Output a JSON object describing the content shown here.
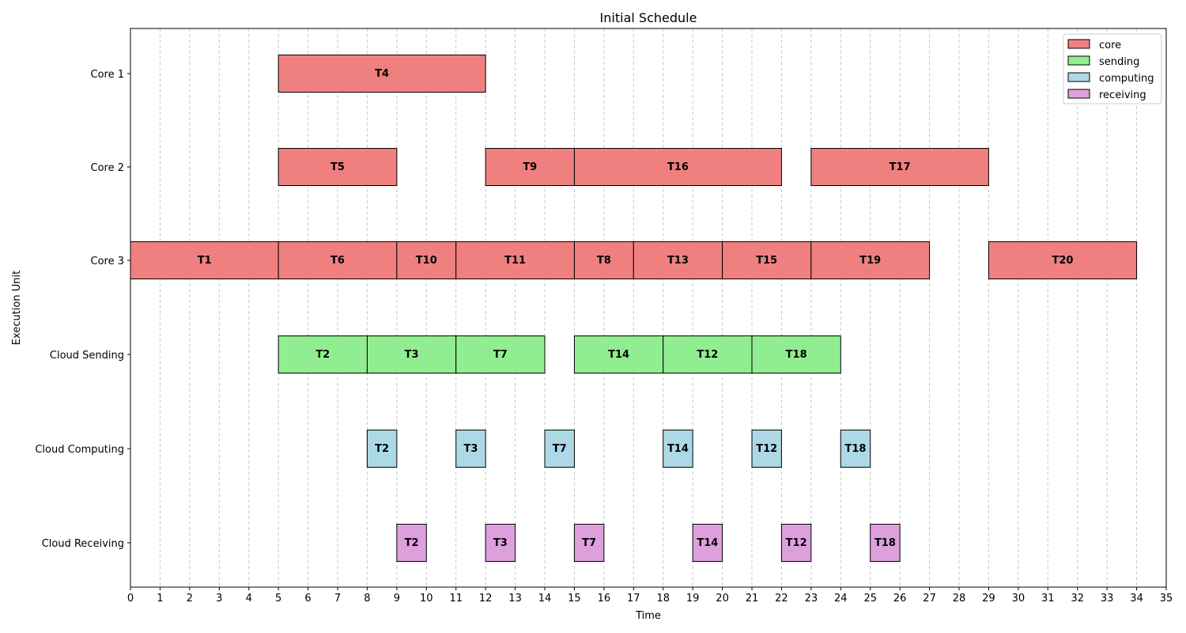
{
  "chart_data": {
    "type": "gantt",
    "title": "Initial Schedule",
    "xlabel": "Time",
    "ylabel": "Execution Unit",
    "xlim": [
      0,
      35
    ],
    "x_ticks": [
      0,
      1,
      2,
      3,
      4,
      5,
      6,
      7,
      8,
      9,
      10,
      11,
      12,
      13,
      14,
      15,
      16,
      17,
      18,
      19,
      20,
      21,
      22,
      23,
      24,
      25,
      26,
      27,
      28,
      29,
      30,
      31,
      32,
      33,
      34,
      35
    ],
    "grid": "vertical dashed",
    "legend_placement": "top-right",
    "legend": [
      {
        "name": "core",
        "color": "#f08080"
      },
      {
        "name": "sending",
        "color": "#90ee90"
      },
      {
        "name": "computing",
        "color": "#add8e6"
      },
      {
        "name": "receiving",
        "color": "#dda0dd"
      }
    ],
    "rows": [
      {
        "label": "Core 1",
        "category": "core",
        "tasks": [
          {
            "name": "T4",
            "start": 5,
            "end": 12
          }
        ]
      },
      {
        "label": "Core 2",
        "category": "core",
        "tasks": [
          {
            "name": "T5",
            "start": 5,
            "end": 9
          },
          {
            "name": "T9",
            "start": 12,
            "end": 15
          },
          {
            "name": "T16",
            "start": 15,
            "end": 22
          },
          {
            "name": "T17",
            "start": 23,
            "end": 29
          }
        ]
      },
      {
        "label": "Core 3",
        "category": "core",
        "tasks": [
          {
            "name": "T1",
            "start": 0,
            "end": 5
          },
          {
            "name": "T6",
            "start": 5,
            "end": 9
          },
          {
            "name": "T10",
            "start": 9,
            "end": 11
          },
          {
            "name": "T11",
            "start": 11,
            "end": 15
          },
          {
            "name": "T8",
            "start": 15,
            "end": 17
          },
          {
            "name": "T13",
            "start": 17,
            "end": 20
          },
          {
            "name": "T15",
            "start": 20,
            "end": 23
          },
          {
            "name": "T19",
            "start": 23,
            "end": 27
          },
          {
            "name": "T20",
            "start": 29,
            "end": 34
          }
        ]
      },
      {
        "label": "Cloud Sending",
        "category": "sending",
        "tasks": [
          {
            "name": "T2",
            "start": 5,
            "end": 8
          },
          {
            "name": "T3",
            "start": 8,
            "end": 11
          },
          {
            "name": "T7",
            "start": 11,
            "end": 14
          },
          {
            "name": "T14",
            "start": 15,
            "end": 18
          },
          {
            "name": "T12",
            "start": 18,
            "end": 21
          },
          {
            "name": "T18",
            "start": 21,
            "end": 24
          }
        ]
      },
      {
        "label": "Cloud Computing",
        "category": "computing",
        "tasks": [
          {
            "name": "T2",
            "start": 8,
            "end": 9
          },
          {
            "name": "T3",
            "start": 11,
            "end": 12
          },
          {
            "name": "T7",
            "start": 14,
            "end": 15
          },
          {
            "name": "T14",
            "start": 18,
            "end": 19
          },
          {
            "name": "T12",
            "start": 21,
            "end": 22
          },
          {
            "name": "T18",
            "start": 24,
            "end": 25
          }
        ]
      },
      {
        "label": "Cloud Receiving",
        "category": "receiving",
        "tasks": [
          {
            "name": "T2",
            "start": 9,
            "end": 10
          },
          {
            "name": "T3",
            "start": 12,
            "end": 13
          },
          {
            "name": "T7",
            "start": 15,
            "end": 16
          },
          {
            "name": "T14",
            "start": 19,
            "end": 20
          },
          {
            "name": "T12",
            "start": 22,
            "end": 23
          },
          {
            "name": "T18",
            "start": 25,
            "end": 26
          }
        ]
      }
    ]
  }
}
